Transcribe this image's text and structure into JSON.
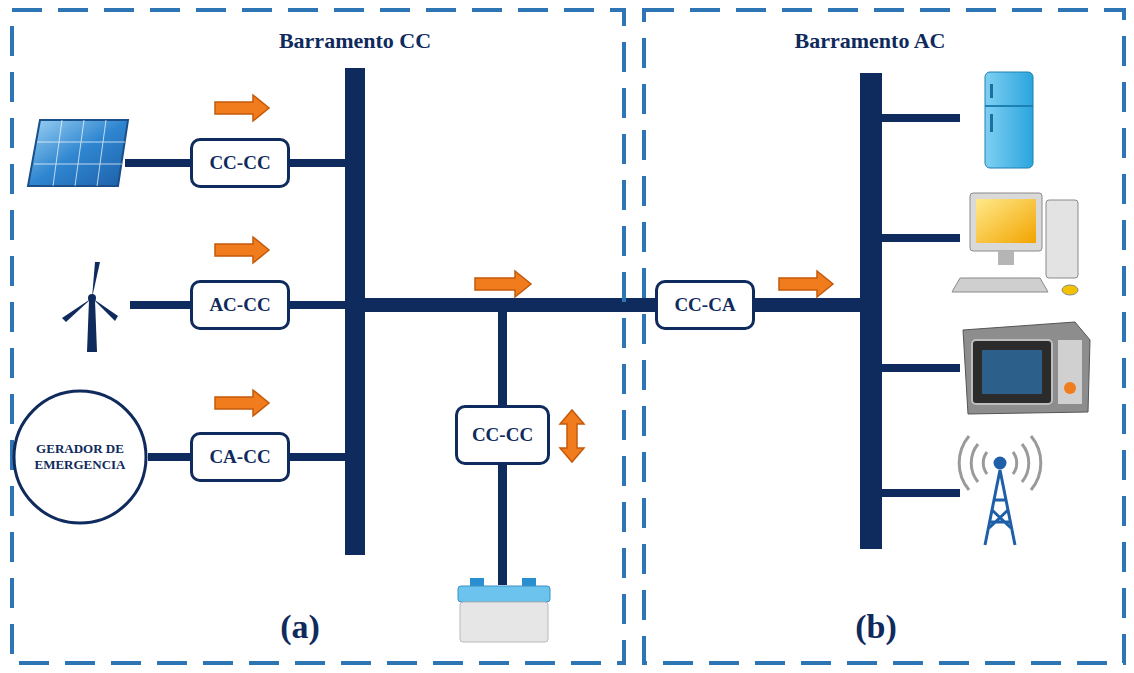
{
  "diagram": {
    "nodes": [
      {
        "text": [
          "Barramento CC",
          "(a)"
        ]
      },
      {
        "text": [
          "CC-CC"
        ],
        "in": 0
      },
      {
        "text": [
          "AC-CC"
        ],
        "in": 0
      },
      {
        "text": [
          "GERADOR DE EMERGENCIA"
        ],
        "in": 0
      },
      {
        "text": [
          "CA-CC"
        ],
        "in": 0
      },
      {
        "text": [
          "CC-CC"
        ],
        "in": 0
      },
      {
        "text": [
          "Barramento AC",
          "(b)"
        ]
      },
      {
        "text": [
          "CC-CA"
        ],
        "in": 6
      }
    ],
    "edges": [
      {
        "from": 3,
        "to": 4,
        "arrow": "none"
      }
    ]
  }
}
